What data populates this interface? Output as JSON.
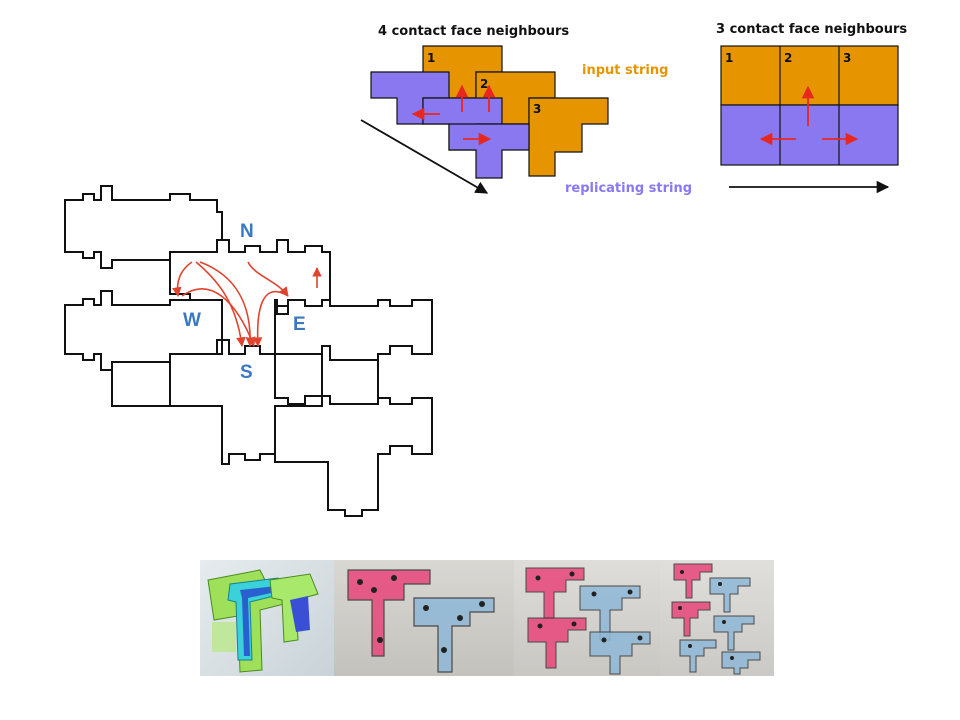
{
  "top_left": {
    "title": "4 contact face neighbours",
    "cells": [
      "1",
      "2",
      "3"
    ],
    "input_label": "input string",
    "replicating_label": "replicating string"
  },
  "top_right": {
    "title": "3 contact face neighbours",
    "cells": [
      "1",
      "2",
      "3"
    ]
  },
  "directions": {
    "north": "N",
    "west": "W",
    "east": "E",
    "south": "S"
  },
  "colors": {
    "orange": "#e69500",
    "purple": "#8a78f0",
    "arrow_red": "#e8281e",
    "curve_red": "#e0432e",
    "label_blue": "#3a78c2"
  },
  "photos": [
    {
      "name": "cad-render-photo"
    },
    {
      "name": "fabricated-pieces-photo-1"
    },
    {
      "name": "fabricated-pieces-photo-2"
    },
    {
      "name": "fabricated-pieces-photo-3"
    }
  ]
}
